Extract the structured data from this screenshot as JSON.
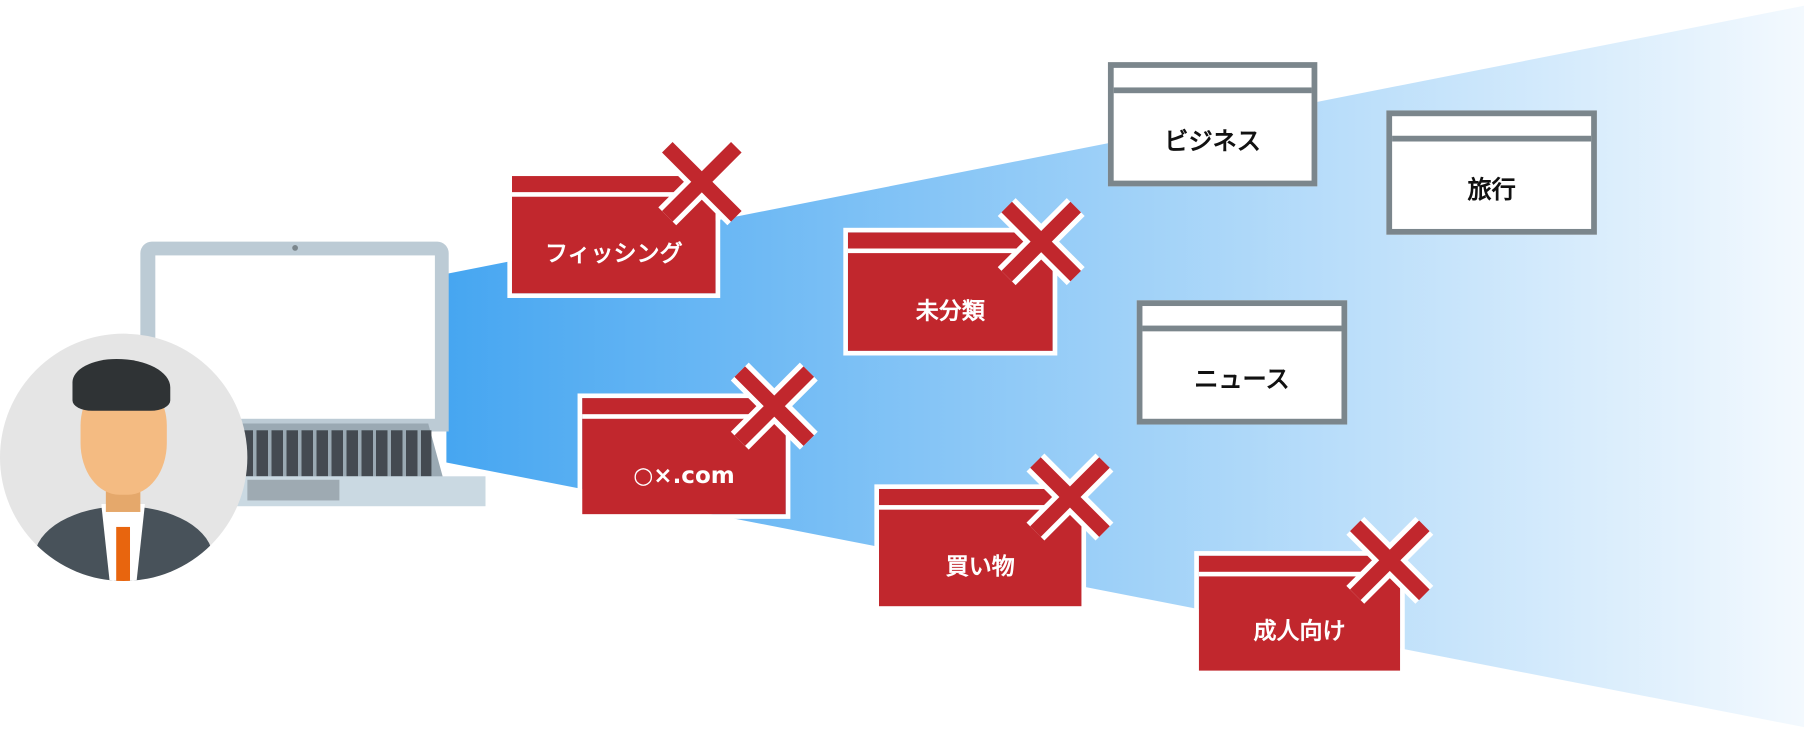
{
  "blocked_categories": [
    "フィッシング",
    "未分類",
    "○×.com",
    "買い物",
    "成人向け"
  ],
  "allowed_categories": [
    "ビジネス",
    "旅行",
    "ニュース"
  ],
  "colors": {
    "blocked": "#c1272d",
    "allowed_border": "#7b868c",
    "beam_start": "#4aa8f0",
    "beam_end": "#f0f7fd"
  }
}
